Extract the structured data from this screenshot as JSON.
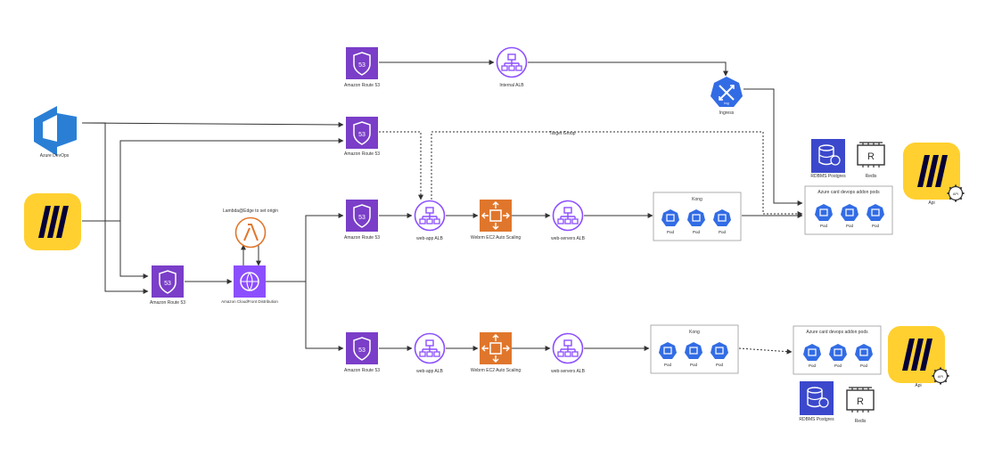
{
  "colors": {
    "aws_purple": "#8C4FFF",
    "r53_purple": "#7A3EC8",
    "ec2_orange": "#E0762B",
    "k8s_blue": "#326CE5",
    "miro_yellow": "#FFD02F",
    "devops_blue": "#2A7FD5",
    "line": "#333333"
  },
  "labels": {
    "azure_devops": "Azure DevOps",
    "r53_internal": "Amazon Route 53",
    "internal_alb": "Internal ALB",
    "ingress": "Ingress",
    "ingress_badge": "ing",
    "r53_target": "Amazon Route 53",
    "target_group": "Target Group",
    "rdbms_top": "RDBMS Postgres",
    "redis_top": "Redis",
    "api_top": "Api",
    "lambda": "Lambda@Edge to set origin",
    "r53_web_top": "Amazon Route 53",
    "webapp_alb_top": "web-app ALB",
    "asg_top": "Webrm EC2 Auto Scaling",
    "webserv_alb_top": "web-servers ALB",
    "kong_top": "Kong",
    "pod": "Pod",
    "azure_pods_top": "Azure card devops addon pods",
    "r53_entry": "Amazon Route 53",
    "cloudfront": "Amazon CloudFront Distribution",
    "r53_web_bottom": "Amazon Route 53",
    "webapp_alb_bottom": "web-app ALB",
    "asg_bottom": "Webrm EC2 Auto Scaling",
    "webserv_alb_bottom": "web-servers ALB",
    "kong_bottom": "Kong",
    "azure_pods_bottom": "Azure card devops addon pods",
    "rdbms_bottom": "RDBMS Postgres",
    "redis_bottom": "Redis",
    "api_bottom": "Api",
    "api_badge": "API",
    "r53_glyph": "53",
    "redis_glyph": "R"
  },
  "icons": {
    "azure_devops": "azure-devops-icon",
    "miro": "miro-logo-icon",
    "route53": "route53-icon",
    "alb": "load-balancer-icon",
    "ingress": "ingress-icon",
    "rds": "rds-postgres-icon",
    "redis": "redis-icon",
    "lambda": "lambda-icon",
    "cloudfront": "cloudfront-icon",
    "autoscaling": "ec2-auto-scaling-icon",
    "pod": "pod-icon"
  }
}
